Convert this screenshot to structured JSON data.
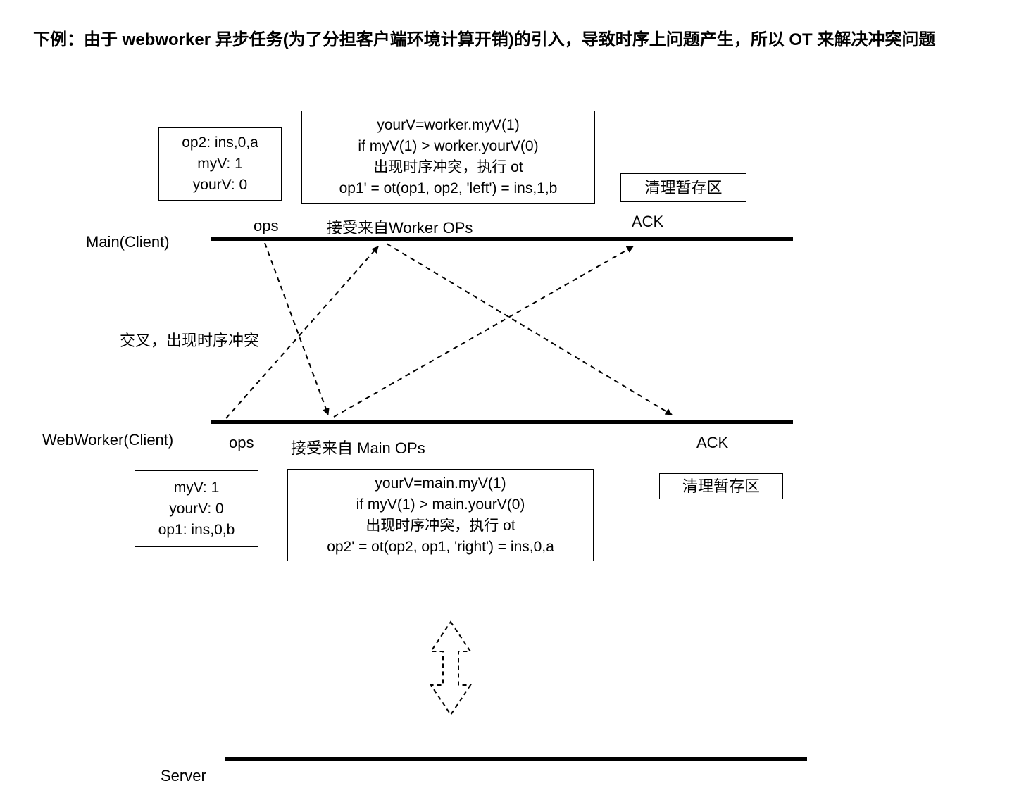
{
  "title": "下例：由于 webworker 异步任务(为了分担客户端环境计算开销)的引入，导致时序上问题产生，所以 OT 来解决冲突问题",
  "cross_label": "交叉，出现时序冲突",
  "main_lane": {
    "label": "Main(Client)",
    "ops_label": "ops",
    "receive_label": "接受来自Worker OPs",
    "ack_label": "ACK",
    "state_box": {
      "lines": [
        "op2: ins,0,a",
        "myV: 1",
        "yourV: 0"
      ]
    },
    "ot_box": {
      "lines": [
        "yourV=worker.myV(1)",
        "if myV(1) > worker.yourV(0)",
        "出现时序冲突，执行 ot",
        "op1' = ot(op1, op2, 'left') = ins,1,b"
      ]
    },
    "clear_box_label": "清理暂存区"
  },
  "worker_lane": {
    "label": "WebWorker(Client)",
    "ops_label": "ops",
    "receive_label": "接受来自 Main OPs",
    "ack_label": "ACK",
    "state_box": {
      "lines": [
        "myV: 1",
        "yourV: 0",
        "op1: ins,0,b"
      ]
    },
    "ot_box": {
      "lines": [
        "yourV=main.myV(1)",
        "if myV(1) > main.yourV(0)",
        "出现时序冲突，执行 ot",
        "op2' = ot(op2, op1, 'right') = ins,0,a"
      ]
    },
    "clear_box_label": "清理暂存区"
  },
  "server_lane": {
    "label": "Server"
  },
  "colors": {
    "line": "#000000",
    "background": "#ffffff"
  }
}
